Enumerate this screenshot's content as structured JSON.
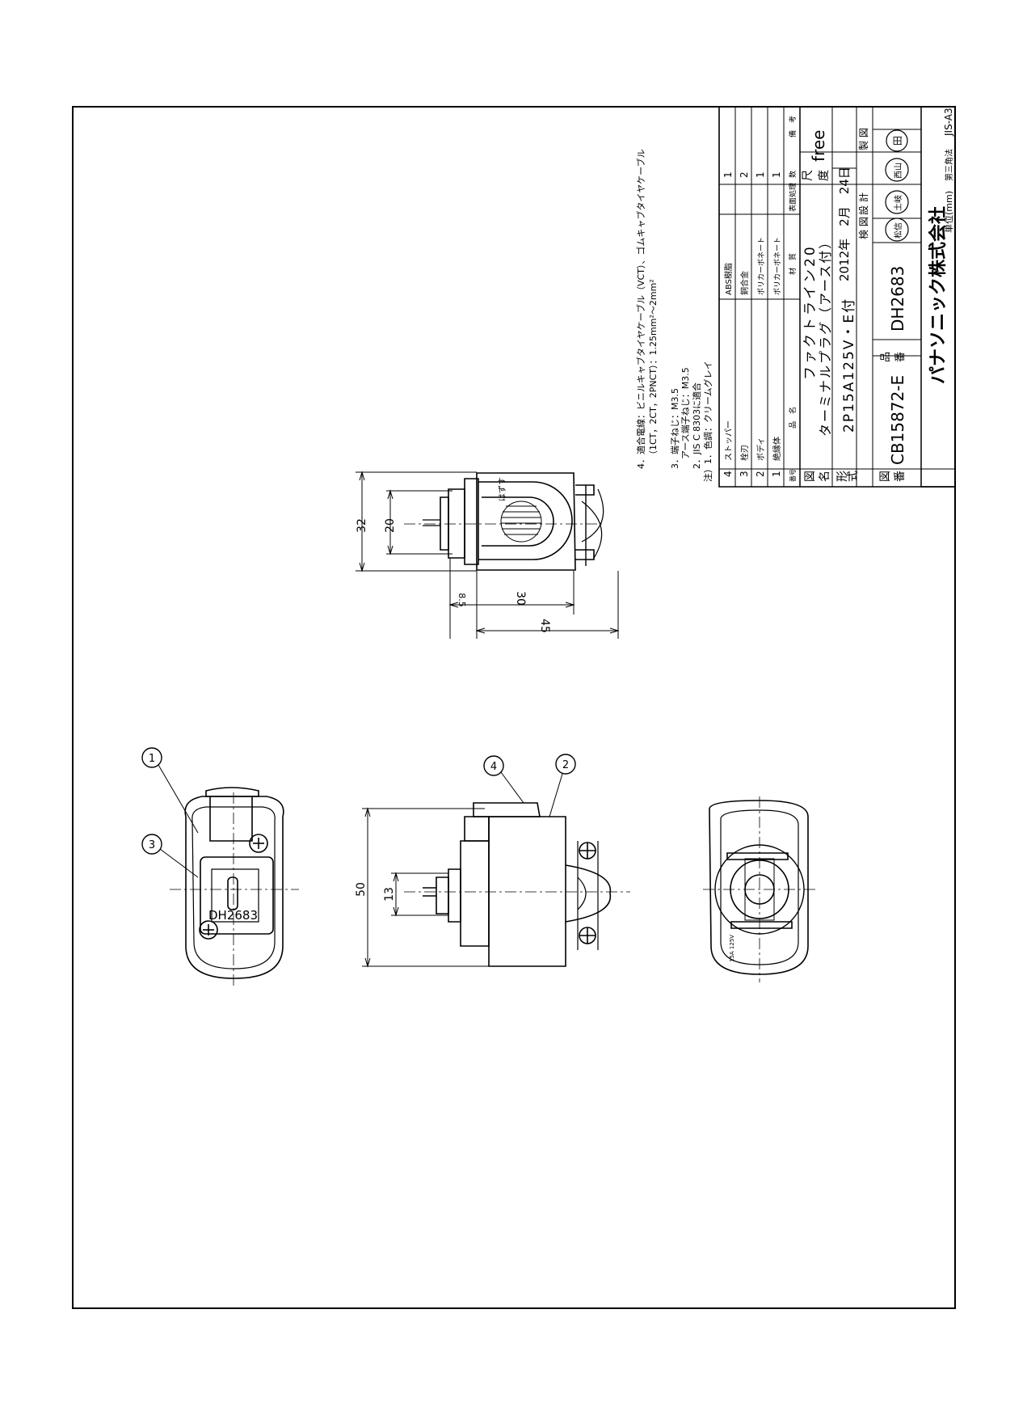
{
  "title_block": {
    "rows": [
      {
        "no": "4",
        "part": "ストッパー",
        "material": "ABS樹脂",
        "finish": "",
        "qty": "1"
      },
      {
        "no": "3",
        "part": "栓刃",
        "material": "銅合金",
        "finish": "",
        "qty": "2"
      },
      {
        "no": "2",
        "part": "ボディ",
        "material": "ポリカーボネート",
        "finish": "",
        "qty": "1"
      },
      {
        "no": "1",
        "part": "絶縁体",
        "material": "ポリカーボネート",
        "finish": "",
        "qty": "1"
      }
    ],
    "header": {
      "no": "番号",
      "part": "品　名",
      "material": "材　質",
      "finish": "表面処理",
      "qty": "数",
      "remarks": "備　考"
    },
    "figure_name_label_1": "図",
    "figure_name_label_2": "名",
    "figure_name_line1": "ファクトライン20",
    "figure_name_line2": "ターミナルプラグ（アース付）",
    "model_label_1": "形",
    "model_label_2": "式",
    "model": "2P15A125V・E付",
    "drawing_no_label_1": "図",
    "drawing_no_label_2": "番",
    "drawing_no": "CB15872-E",
    "product_no_label_1": "品",
    "product_no_label_2": "番",
    "product_no": "DH2683",
    "scale_label_1": "尺",
    "scale_label_2": "度",
    "scale": "free",
    "date": "2012年　2月　24日",
    "check_label": "検 図",
    "design_label": "設 計",
    "draw_label": "製 図",
    "stamp_check": "松信",
    "stamp_design": "土岐",
    "stamp_draw": "西山",
    "stamp_4": "田",
    "company": "パナソニック株式会社",
    "unit": "単位(mm)",
    "projection": "第三角法",
    "paper": "JIS-A3"
  },
  "notes": [
    "注）1．色調：クリームグレイ",
    "2．JIS C 8303に適合",
    "3．端子ねじ：M3.5",
    "アース端子ねじ：M3.5",
    "4．適合電線：ビニルキャブタイヤケーブル（VCT）、ゴムキャブタイヤケーブル",
    "（1CT，2CT，2PNCT）：1.25mm²～2mm²"
  ],
  "dimensions": {
    "top_32": "32",
    "top_20": "20",
    "top_85": "8.5",
    "top_30": "30",
    "top_45": "45",
    "front_50": "50",
    "front_13": "13"
  },
  "balloons": [
    "1",
    "3",
    "4",
    "2"
  ],
  "view_labels": {
    "front_marking": "DH2683",
    "bottom_marking_1": "15A 125V",
    "top_marking": "はずす"
  }
}
